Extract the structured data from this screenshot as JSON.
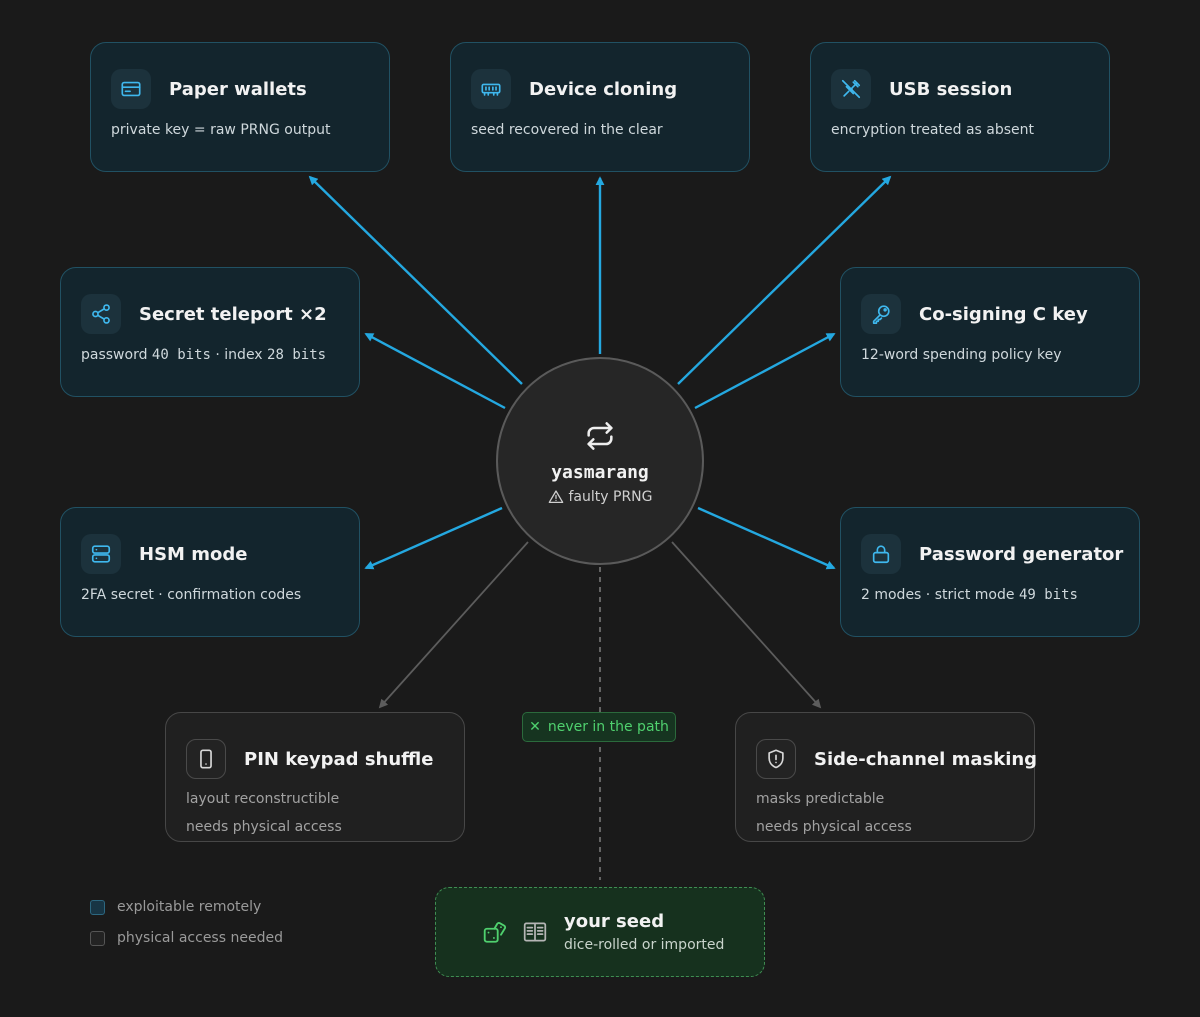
{
  "hub": {
    "name": "yasmarang",
    "note": "faulty PRNG",
    "icon": "swap-arrows-icon"
  },
  "targets": [
    {
      "id": "paper-wallets",
      "kind": "remote",
      "icon": "card-icon",
      "title": "Paper wallets",
      "sub": "private key = raw PRNG output"
    },
    {
      "id": "device-cloning",
      "kind": "remote",
      "icon": "memory-chip-icon",
      "title": "Device cloning",
      "sub": "seed recovered in the clear"
    },
    {
      "id": "usb-session",
      "kind": "remote",
      "icon": "unplugged-icon",
      "title": "USB session",
      "sub": "encryption treated as absent"
    },
    {
      "id": "secret-teleport",
      "kind": "remote",
      "icon": "share-icon",
      "title": "Secret teleport ×2",
      "sub_parts": [
        "password ",
        "40 bits",
        " · index ",
        "28 bits"
      ]
    },
    {
      "id": "co-signing",
      "kind": "remote",
      "icon": "key-icon",
      "title": "Co-signing C key",
      "sub": "12-word spending policy key"
    },
    {
      "id": "hsm-mode",
      "kind": "remote",
      "icon": "server-icon",
      "title": "HSM mode",
      "sub": "2FA secret · confirmation codes"
    },
    {
      "id": "password-generator",
      "kind": "remote",
      "icon": "lock-icon",
      "title": "Password generator",
      "sub_parts": [
        "2 modes · strict mode ",
        "49 bits"
      ]
    },
    {
      "id": "pin-keypad",
      "kind": "physical",
      "icon": "phone-icon",
      "title": "PIN keypad shuffle",
      "sub": "layout reconstructible",
      "sub2": "needs physical access"
    },
    {
      "id": "side-channel",
      "kind": "physical",
      "icon": "shield-alert-icon",
      "title": "Side-channel masking",
      "sub": "masks predictable",
      "sub2": "needs physical access"
    }
  ],
  "never": {
    "label": "never in the path",
    "icon": "x-icon"
  },
  "seed": {
    "title": "your seed",
    "sub": "dice-rolled or imported",
    "icons": [
      "dice-icon",
      "book-icon"
    ]
  },
  "legend": [
    {
      "kind": "remote",
      "label": "exploitable remotely"
    },
    {
      "kind": "physical",
      "label": "physical access needed"
    }
  ],
  "colors": {
    "remote_arrow": "#24a8e0",
    "physical_arrow": "#5c5c5c",
    "accent_blue": "#3fb8ee",
    "safe_green": "#4fd06e"
  }
}
